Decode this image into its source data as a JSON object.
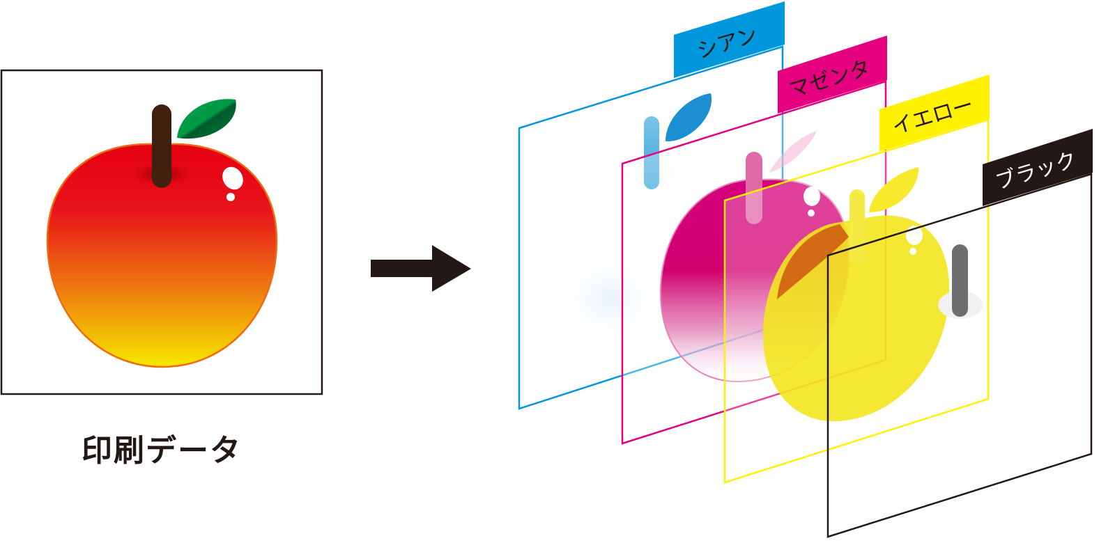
{
  "source": {
    "label": "印刷データ"
  },
  "layers": [
    {
      "id": "cyan",
      "label": "シアン",
      "color": "#0097dc",
      "label_text_color": "#231815"
    },
    {
      "id": "magenta",
      "label": "マゼンタ",
      "color": "#e4007f",
      "label_text_color": "#231815"
    },
    {
      "id": "yellow",
      "label": "イエロー",
      "color": "#fff100",
      "label_text_color": "#231815"
    },
    {
      "id": "black",
      "label": "ブラック",
      "color": "#231815",
      "label_text_color": "#ffffff"
    }
  ],
  "icons": {
    "arrow": "arrow-right-icon",
    "apple": "apple-icon"
  },
  "colors": {
    "apple_top": "#e60012",
    "apple_bottom": "#f7e600",
    "stem": "#40210f",
    "leaf": "#009944",
    "frame": "#231815"
  }
}
